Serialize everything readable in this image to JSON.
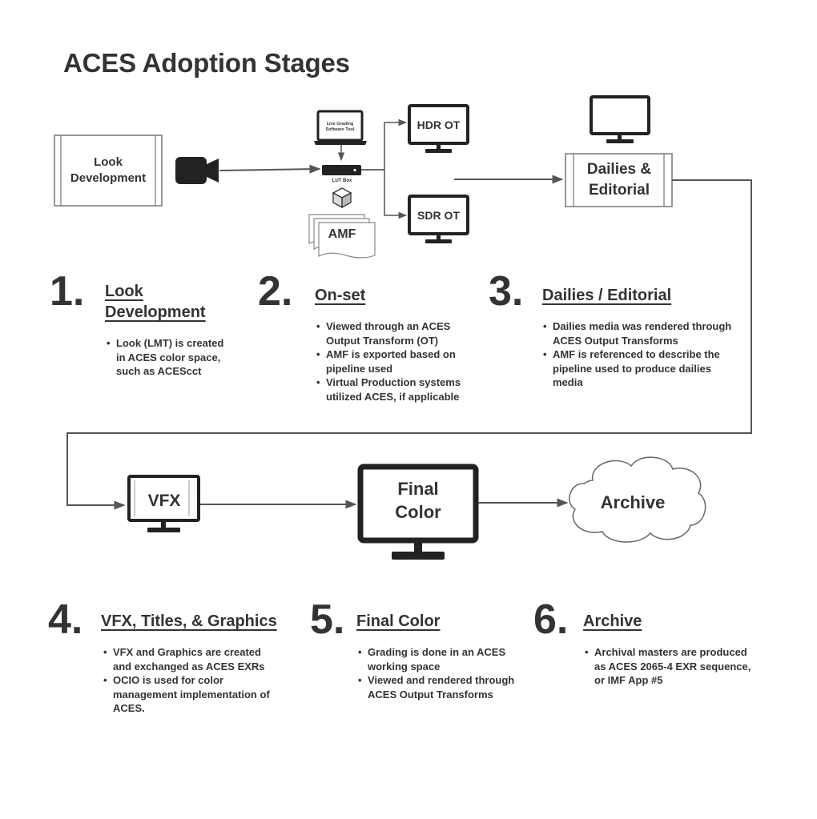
{
  "title": "ACES Adoption Stages",
  "diagram": {
    "look_dev_box": "Look Development",
    "live_grading": "Live Grading Software Tool",
    "lut_box": "LUT Box",
    "amf": "AMF",
    "hdr_ot": "HDR OT",
    "sdr_ot": "SDR OT",
    "dailies_editorial": "Dailies & Editorial",
    "vfx": "VFX",
    "final_color": "Final Color",
    "archive": "Archive"
  },
  "stages": [
    {
      "number": "1.",
      "heading": "Look Development",
      "bullets": [
        "Look (LMT) is created in ACES color space, such as ACEScct"
      ]
    },
    {
      "number": "2.",
      "heading": "On-set",
      "bullets": [
        "Viewed through an ACES Output Transform (OT)",
        "AMF is exported based on pipeline used",
        "Virtual Production systems utilized ACES, if applicable"
      ]
    },
    {
      "number": "3.",
      "heading": "Dailies / Editorial",
      "bullets": [
        "Dailies media was rendered through ACES Output Transforms",
        "AMF is referenced to describe the pipeline used to produce dailies media"
      ]
    },
    {
      "number": "4.",
      "heading": "VFX, Titles, & Graphics",
      "bullets": [
        "VFX and Graphics are created and exchanged as ACES EXRs",
        "OCIO is used for color management implementation of ACES."
      ]
    },
    {
      "number": "5.",
      "heading": "Final Color",
      "bullets": [
        "Grading is done in an ACES working space",
        "Viewed and rendered through ACES Output Transforms"
      ]
    },
    {
      "number": "6.",
      "heading": "Archive",
      "bullets": [
        "Archival masters are produced as ACES 2065-4 EXR sequence, or IMF App #5"
      ]
    }
  ],
  "colors": {
    "ink": "#222222",
    "line": "#555555",
    "text": "#333333"
  }
}
